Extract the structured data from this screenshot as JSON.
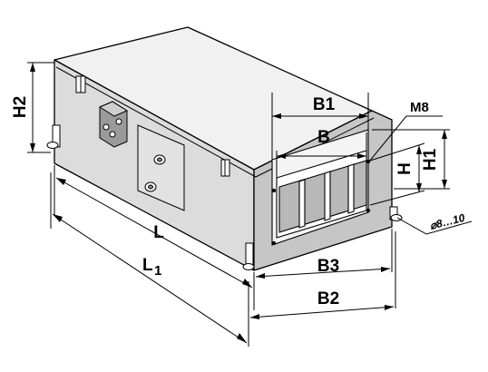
{
  "labels": {
    "h2": "H2",
    "b1": "B1",
    "b": "B",
    "m8": "M8",
    "h": "H",
    "h1": "H1",
    "l": "L",
    "l1_main": "L",
    "l1_sub": "1",
    "b3": "B3",
    "b2": "B2",
    "hole": "⌀8…10"
  },
  "colors": {
    "line": "#000000",
    "top_face": "#f1f1f1",
    "front_face": "#dcdcdc",
    "right_face": "#c6c6c6",
    "opening": "#b8b8b8",
    "panel": "#e2e2e2"
  }
}
